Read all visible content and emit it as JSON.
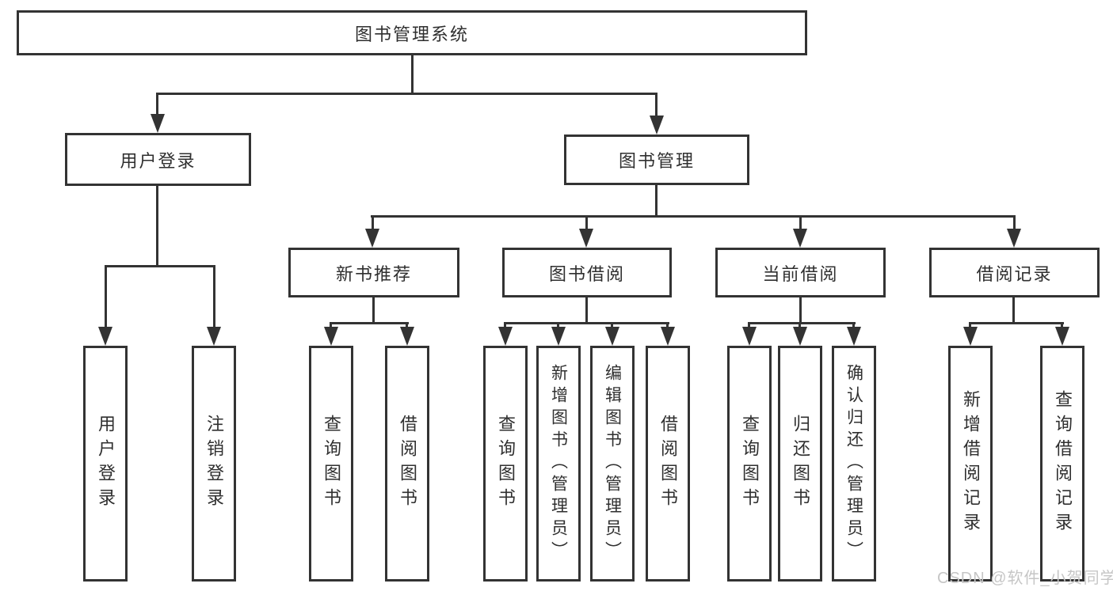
{
  "colors": {
    "line": "#333333",
    "text": "#2f2f2f",
    "background": "#ffffff",
    "watermark": "#c6c6c6"
  },
  "root": {
    "label": "图书管理系统"
  },
  "level2": [
    {
      "label": "用户登录"
    },
    {
      "label": "图书管理"
    }
  ],
  "level3": [
    {
      "label": "新书推荐",
      "parent": "图书管理"
    },
    {
      "label": "图书借阅",
      "parent": "图书管理"
    },
    {
      "label": "当前借阅",
      "parent": "图书管理"
    },
    {
      "label": "借阅记录",
      "parent": "图书管理"
    }
  ],
  "level4": [
    {
      "label": "用户登录",
      "parent": "用户登录"
    },
    {
      "label": "注销登录",
      "parent": "用户登录"
    },
    {
      "label": "查询图书",
      "parent": "新书推荐"
    },
    {
      "label": "借阅图书",
      "parent": "新书推荐"
    },
    {
      "label": "查询图书",
      "parent": "图书借阅"
    },
    {
      "label": "新增图书（管理员）",
      "parent": "图书借阅"
    },
    {
      "label": "编辑图书（管理员）",
      "parent": "图书借阅"
    },
    {
      "label": "借阅图书",
      "parent": "图书借阅"
    },
    {
      "label": "查询图书",
      "parent": "当前借阅"
    },
    {
      "label": "归还图书",
      "parent": "当前借阅"
    },
    {
      "label": "确认归还（管理员）",
      "parent": "当前借阅"
    },
    {
      "label": "新增借阅记录",
      "parent": "借阅记录"
    },
    {
      "label": "查询借阅记录",
      "parent": "借阅记录"
    }
  ],
  "watermark": "CSDN @软件_小贺同学"
}
